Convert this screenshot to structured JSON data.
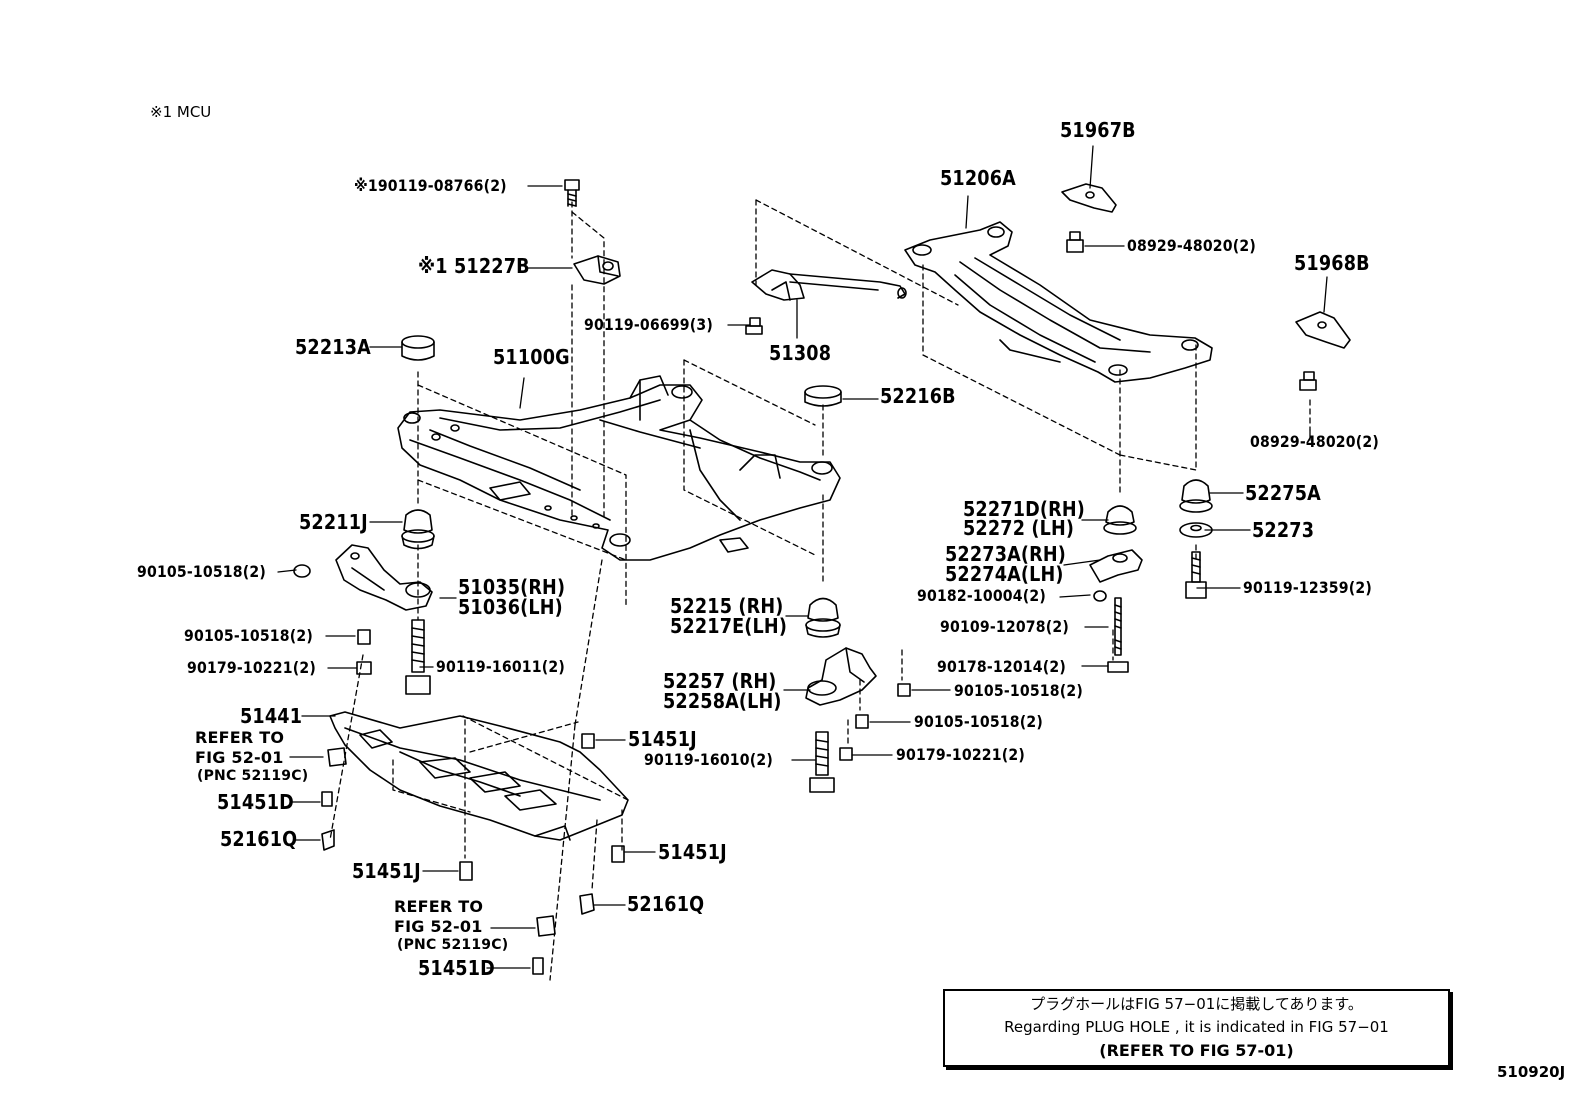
{
  "header": {
    "footnote": "※1 MCU"
  },
  "labels": {
    "p51967B": "51967B",
    "p51206A": "51206A",
    "p08929a": "08929-48020(2)",
    "p51968B": "51968B",
    "p08929b": "08929-48020(2)",
    "p90119_08766": "※190119-08766(2)",
    "p51227B": "※1 51227B",
    "p90119_06699": "90119-06699(3)",
    "p51308": "51308",
    "p52213A": "52213A",
    "p51100G": "51100G",
    "p52216B": "52216B",
    "p52275A": "52275A",
    "p52271D": "52271D(RH)",
    "p52272": "52272  (LH)",
    "p52273": "52273",
    "p52273A": "52273A(RH)",
    "p52274A": "52274A(LH)",
    "p90119_12359": "90119-12359(2)",
    "p90182": "90182-10004(2)",
    "p90109": "90109-12078(2)",
    "p90178": "90178-12014(2)",
    "p90105_r1": "90105-10518(2)",
    "p90105_r2": "90105-10518(2)",
    "p90179_r": "90179-10221(2)",
    "p90119_16010": "90119-16010(2)",
    "p52215": "52215  (RH)",
    "p52217E": "52217E(LH)",
    "p52257": "52257  (RH)",
    "p52258A": "52258A(LH)",
    "p52211J": "52211J",
    "p90105_l1": "90105-10518(2)",
    "p51035": "51035(RH)",
    "p51036": "51036(LH)",
    "p90105_l2": "90105-10518(2)",
    "p90179_l": "90179-10221(2)",
    "p90119_16011": "90119-16011(2)",
    "p51441": "51441",
    "refer1_a": "REFER  TO",
    "refer1_b": "FIG  52-01",
    "refer1_c": "(PNC  52119C)",
    "p51451D_a": "51451D",
    "p52161Q_a": "52161Q",
    "p51451J_a": "51451J",
    "p51451J_b": "51451J",
    "p51451J_c": "51451J",
    "p52161Q_b": "52161Q",
    "refer2_a": "REFER  TO",
    "refer2_b": "FIG  52-01",
    "refer2_c": "(PNC  52119C)",
    "p51451D_b": "51451D"
  },
  "note": {
    "line1": "プラグホールはFIG  57−01に掲載してあります。",
    "line2": "Regarding  PLUG  HOLE , it is indicated in  FIG  57−01",
    "line3": "(REFER  TO  FIG  57-01)"
  },
  "illustration_code": "510920J"
}
